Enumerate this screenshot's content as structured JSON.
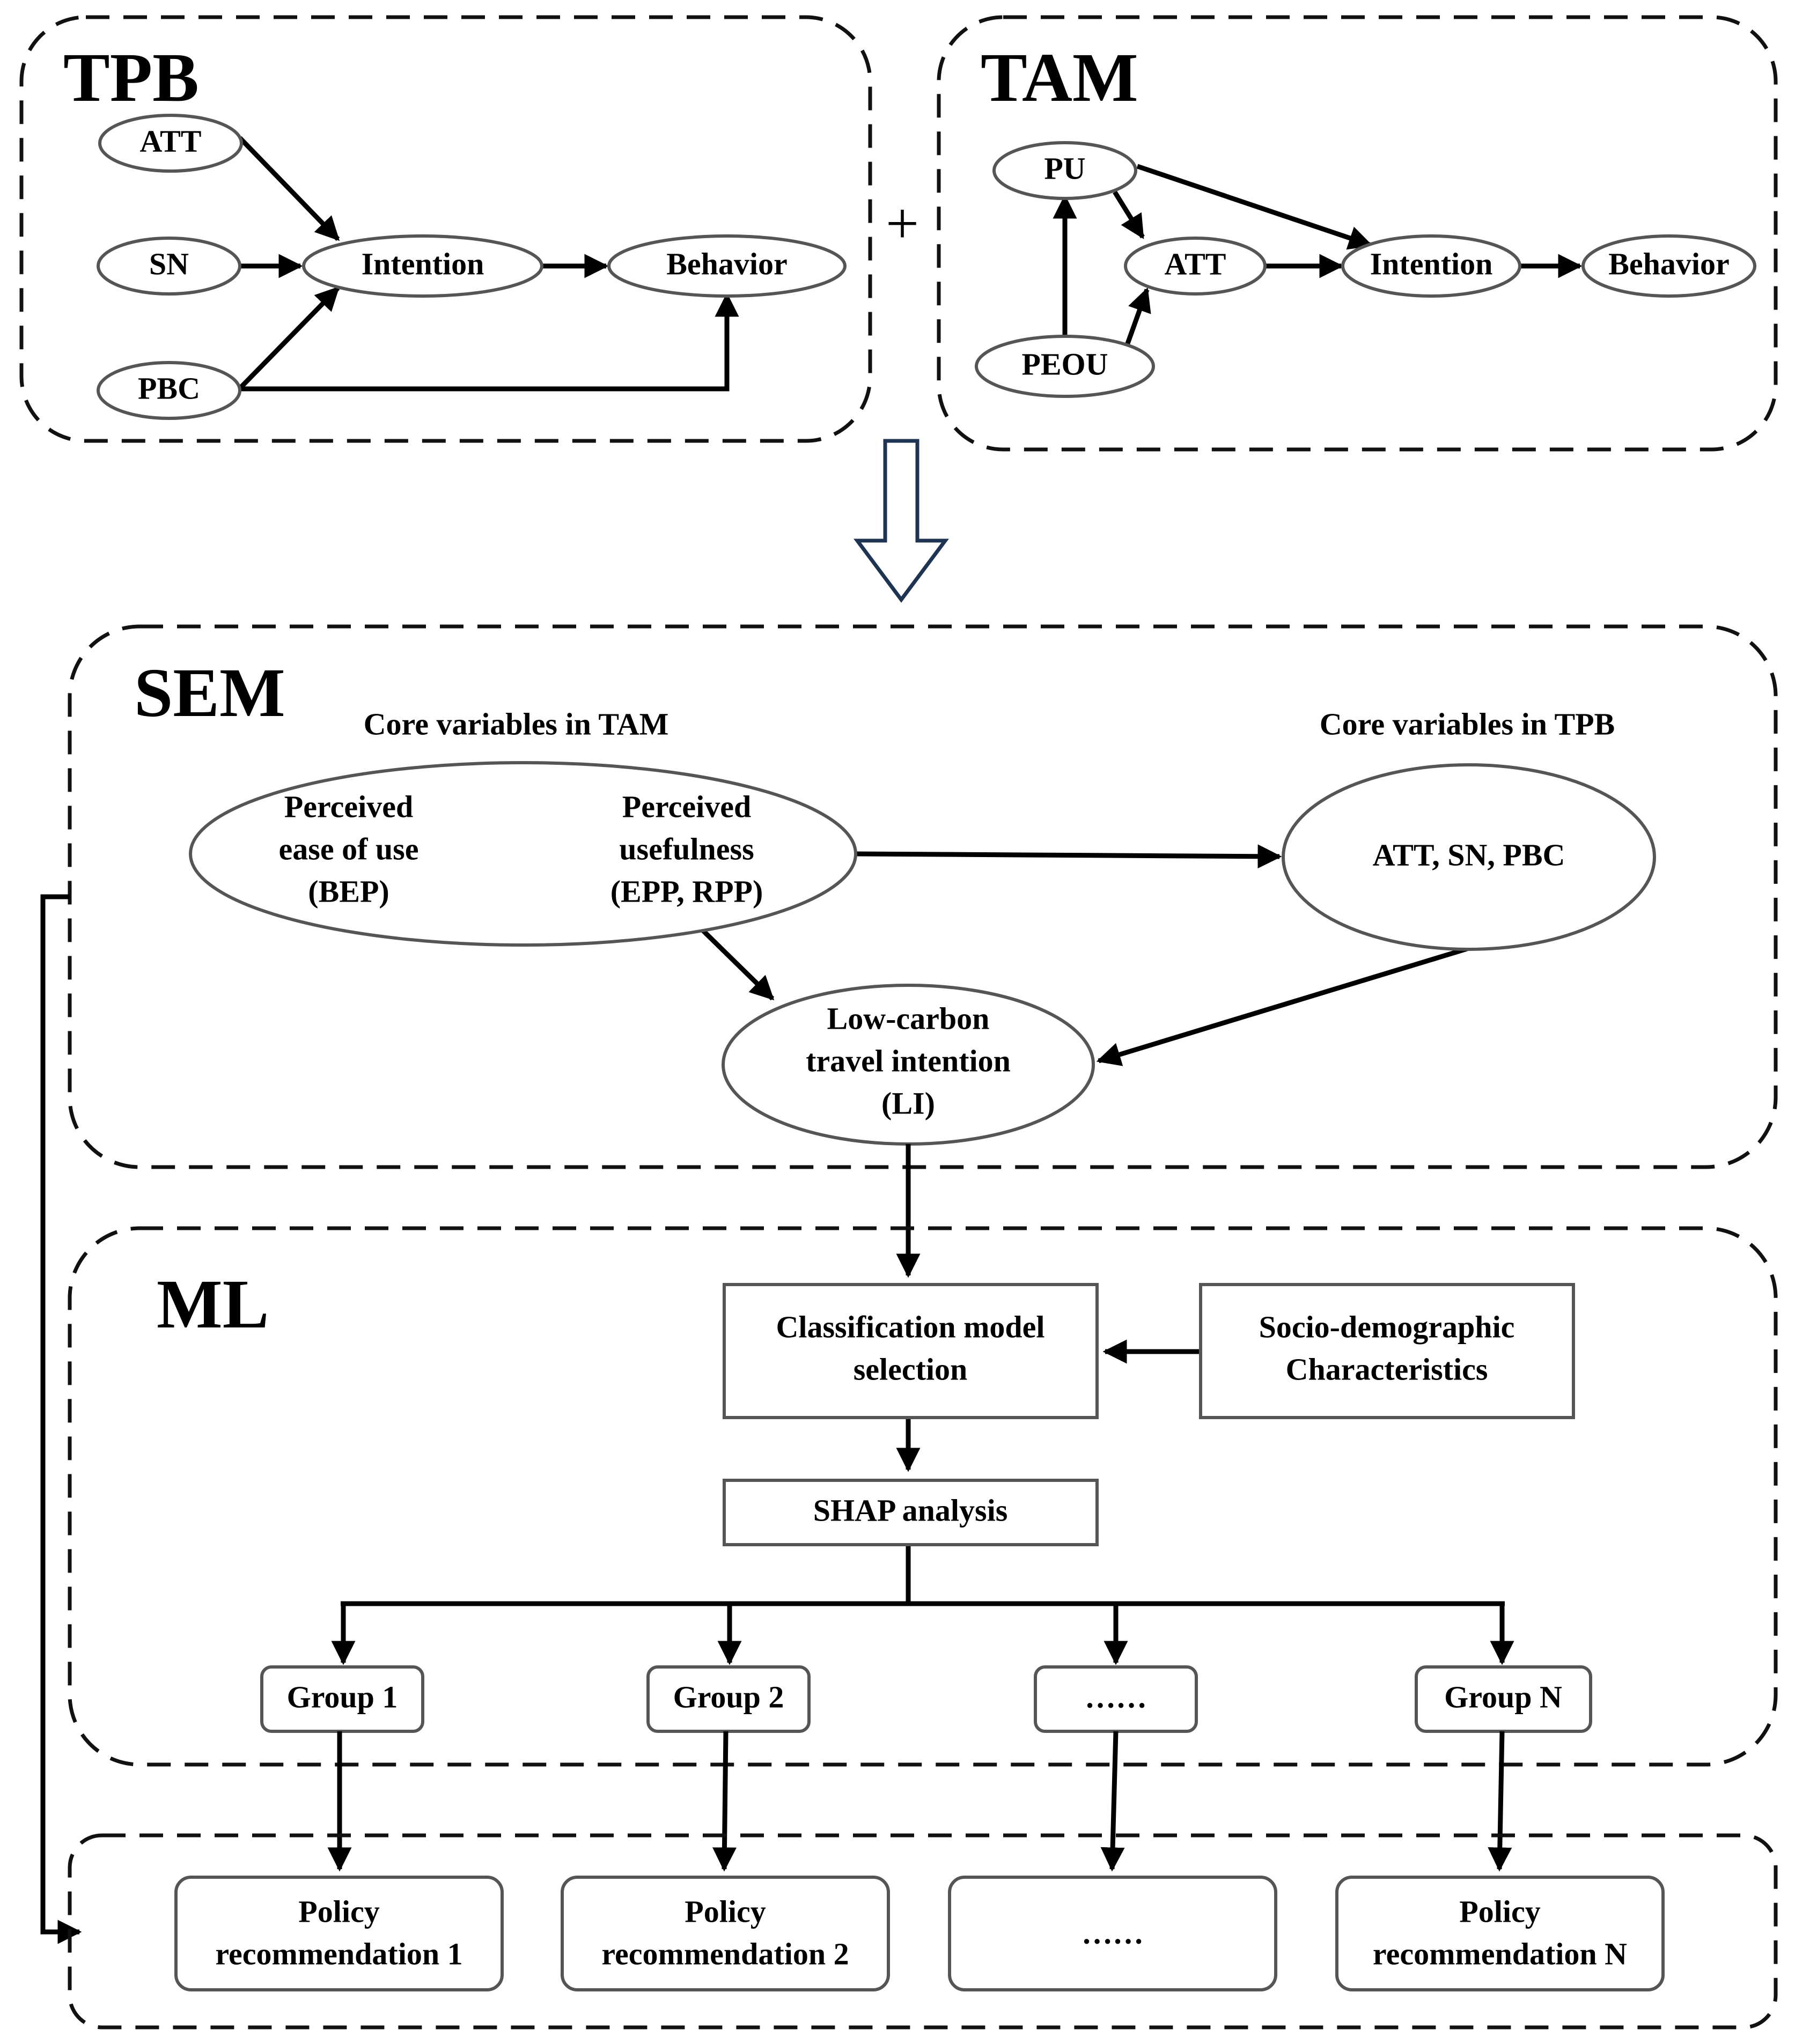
{
  "tpb": {
    "title": "TPB",
    "att": "ATT",
    "sn": "SN",
    "pbc": "PBC",
    "intention": "Intention",
    "behavior": "Behavior"
  },
  "plus": "+",
  "tam": {
    "title": "TAM",
    "pu": "PU",
    "att": "ATT",
    "peou": "PEOU",
    "intention": "Intention",
    "behavior": "Behavior"
  },
  "sem": {
    "title": "SEM",
    "core_tam": "Core variables in TAM",
    "core_tpb": "Core variables in TPB",
    "peou_lines": [
      "Perceived",
      "ease of use",
      "(BEP)"
    ],
    "pu_lines": [
      "Perceived",
      "usefulness",
      "(EPP, RPP)"
    ],
    "tpb_vars": "ATT, SN, PBC",
    "li_lines": [
      "Low-carbon",
      "travel intention",
      "(LI)"
    ]
  },
  "ml": {
    "title": "ML",
    "classification_lines": [
      "Classification model",
      "selection"
    ],
    "socio_lines": [
      "Socio-demographic",
      "Characteristics"
    ],
    "shap": "SHAP analysis",
    "groups": [
      "Group 1",
      "Group 2",
      "……",
      "Group N"
    ]
  },
  "policy": {
    "items": [
      [
        "Policy",
        "recommendation 1"
      ],
      [
        "Policy",
        "recommendation 2"
      ],
      [
        "……"
      ],
      [
        "Policy",
        "recommendation N"
      ]
    ]
  }
}
